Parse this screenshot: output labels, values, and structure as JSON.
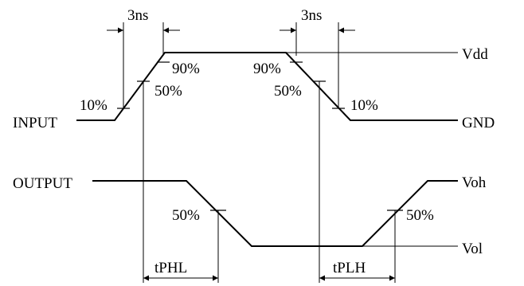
{
  "signals": {
    "input_label": "INPUT",
    "output_label": "OUTPUT"
  },
  "levels": {
    "vdd": "Vdd",
    "gnd": "GND",
    "voh": "Voh",
    "vol": "Vol"
  },
  "rise": {
    "pct_10": "10%",
    "pct_50": "50%",
    "pct_90": "90%",
    "time": "3ns"
  },
  "fall": {
    "pct_90": "90%",
    "pct_50": "50%",
    "pct_10": "10%",
    "time": "3ns"
  },
  "output_marks": {
    "fall_50": "50%",
    "rise_50": "50%"
  },
  "delays": {
    "tphl": "tPHL",
    "tplh": "tPLH"
  }
}
